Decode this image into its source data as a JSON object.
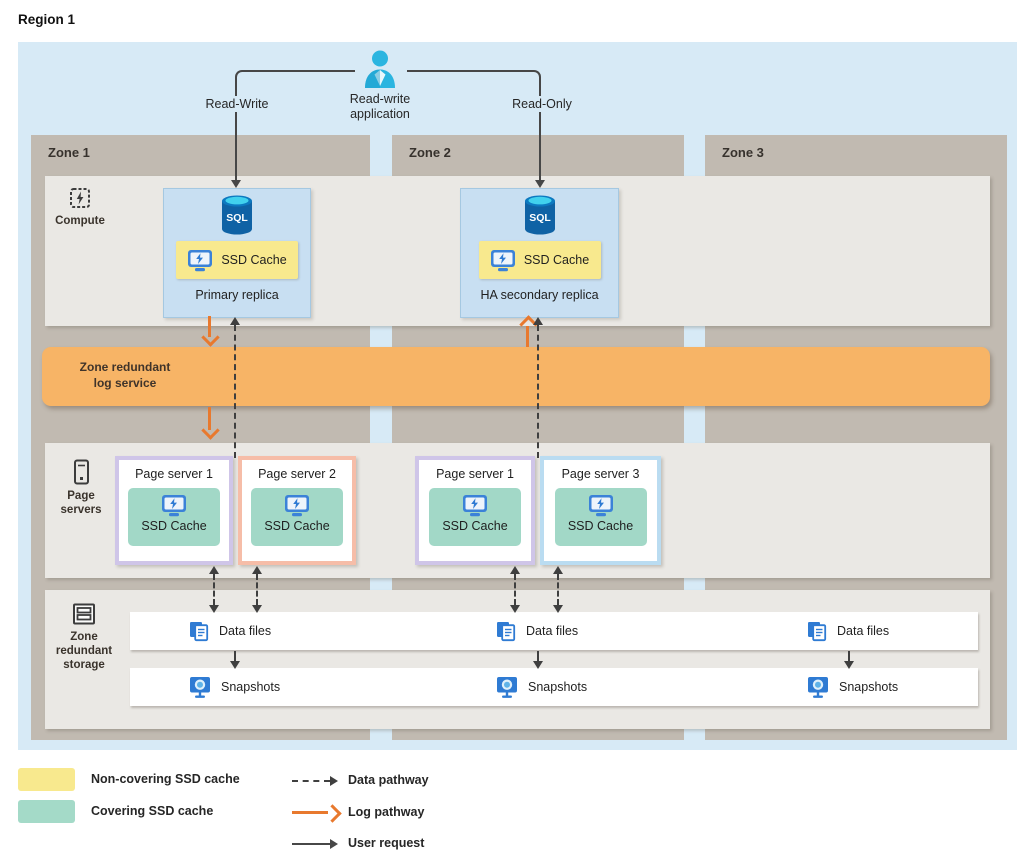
{
  "title": {
    "region": "Region 1"
  },
  "application": {
    "name_line1": "Read-write",
    "name_line2": "application",
    "left_arrow_label": "Read-Write",
    "right_arrow_label": "Read-Only"
  },
  "zones": [
    {
      "label": "Zone 1"
    },
    {
      "label": "Zone 2"
    },
    {
      "label": "Zone 3"
    }
  ],
  "compute_section": {
    "label": "Compute",
    "replicas": [
      {
        "name": "Primary replica",
        "db_label": "SQL",
        "cache_label": "SSD Cache"
      },
      {
        "name": "HA secondary replica",
        "db_label": "SQL",
        "cache_label": "SSD Cache"
      }
    ]
  },
  "log_service": {
    "label_line1": "Zone redundant",
    "label_line2": "log service"
  },
  "page_servers_section": {
    "label_line1": "Page",
    "label_line2": "servers",
    "servers": [
      {
        "name": "Page server 1",
        "cache_label": "SSD Cache",
        "accent_color": "#cfc5e8"
      },
      {
        "name": "Page server 2",
        "cache_label": "SSD Cache",
        "accent_color": "#f6bda8"
      },
      {
        "name": "Page server 1",
        "cache_label": "SSD Cache",
        "accent_color": "#cfc5e8"
      },
      {
        "name": "Page server 3",
        "cache_label": "SSD Cache",
        "accent_color": "#badcf1"
      }
    ]
  },
  "storage_section": {
    "label_line1": "Zone",
    "label_line2": "redundant",
    "label_line3": "storage",
    "data_file_rows": [
      {
        "label": "Data files"
      },
      {
        "label": "Data files"
      },
      {
        "label": "Data files"
      }
    ],
    "snapshot_rows": [
      {
        "label": "Snapshots"
      },
      {
        "label": "Snapshots"
      },
      {
        "label": "Snapshots"
      }
    ]
  },
  "legend": {
    "swatches": [
      {
        "label": "Non-covering SSD cache",
        "color": "#f8e98e"
      },
      {
        "label": "Covering SSD cache",
        "color": "#a4dac8"
      }
    ],
    "arrows": [
      {
        "label": "Data pathway",
        "style": "dashed-black"
      },
      {
        "label": "Log pathway",
        "style": "solid-orange"
      },
      {
        "label": "User request",
        "style": "solid-black"
      }
    ]
  },
  "colors": {
    "region_bg": "#d7eaf6",
    "zone_bg": "#c1bab1",
    "section_band_bg": "#eae8e4",
    "log_band": "#f7b466",
    "replica_bg": "#c8dff2",
    "noncovering_cache": "#f8e98e",
    "covering_cache": "#a2d8c7",
    "log_arrow": "#e8792e",
    "user_arrow": "#474747",
    "icon_blue": "#2f7bd3",
    "person_cyan": "#2bb5e0"
  }
}
